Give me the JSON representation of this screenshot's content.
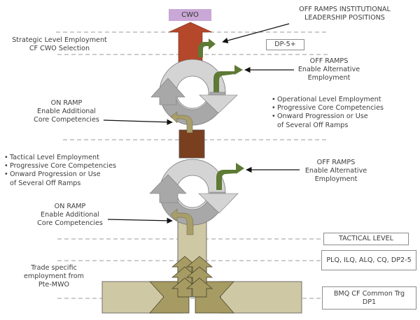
{
  "top_label": "CWO",
  "strategic": {
    "line1": "Strategic Level Employment",
    "line2": "CF CWO Selection"
  },
  "off_ramps_institutional": {
    "line1": "OFF RAMPS INSTITUTIONAL",
    "line2": "LEADERSHIP POSITIONS"
  },
  "dp5_box": "DP-5+",
  "off_ramps_upper": {
    "line1": "OFF RAMPS",
    "line2": "Enable Alternative",
    "line3": "Employment"
  },
  "operational_bullets": [
    "Operational Level Employment",
    "Progressive Core Competencies",
    "Onward Progression or Use of Several Off Ramps"
  ],
  "on_ramp_upper": {
    "line1": "ON RAMP",
    "line2": "Enable Additional",
    "line3": "Core Competencies"
  },
  "tactical_bullets": [
    "Tactical Level Employment",
    "Progressive Core Competencies",
    "Onward Progression or Use of Several Off Ramps"
  ],
  "off_ramps_lower": {
    "line1": "OFF RAMPS",
    "line2": "Enable Alternative",
    "line3": "Employment"
  },
  "on_ramp_lower": {
    "line1": "ON RAMP",
    "line2": "Enable Additional",
    "line3": "Core Competencies"
  },
  "tactical_level_box": "TACTICAL LEVEL",
  "plq_box": "PLQ, ILQ, ALQ, CQ, DP2-5",
  "trade_specific": {
    "line1": "Trade specific",
    "line2": "employment from",
    "line3": "Pte-MWO"
  },
  "bmq_box": {
    "line1": "BMQ CF Common Trg",
    "line2": "DP1"
  },
  "colors": {
    "cwo_box": "#c9a7d6",
    "strategic_arrow": "#b5472a",
    "operational_trunk": "#7a3f1f",
    "tactical_trunk": "#cfc8a4",
    "trade_arrows": "#a69b63",
    "off_ramp_arrow": "#5e7a35",
    "on_ramp_arrow": "#a89e6a",
    "cycle_light": "#d4d4d4",
    "cycle_dark": "#a8a8a8"
  }
}
